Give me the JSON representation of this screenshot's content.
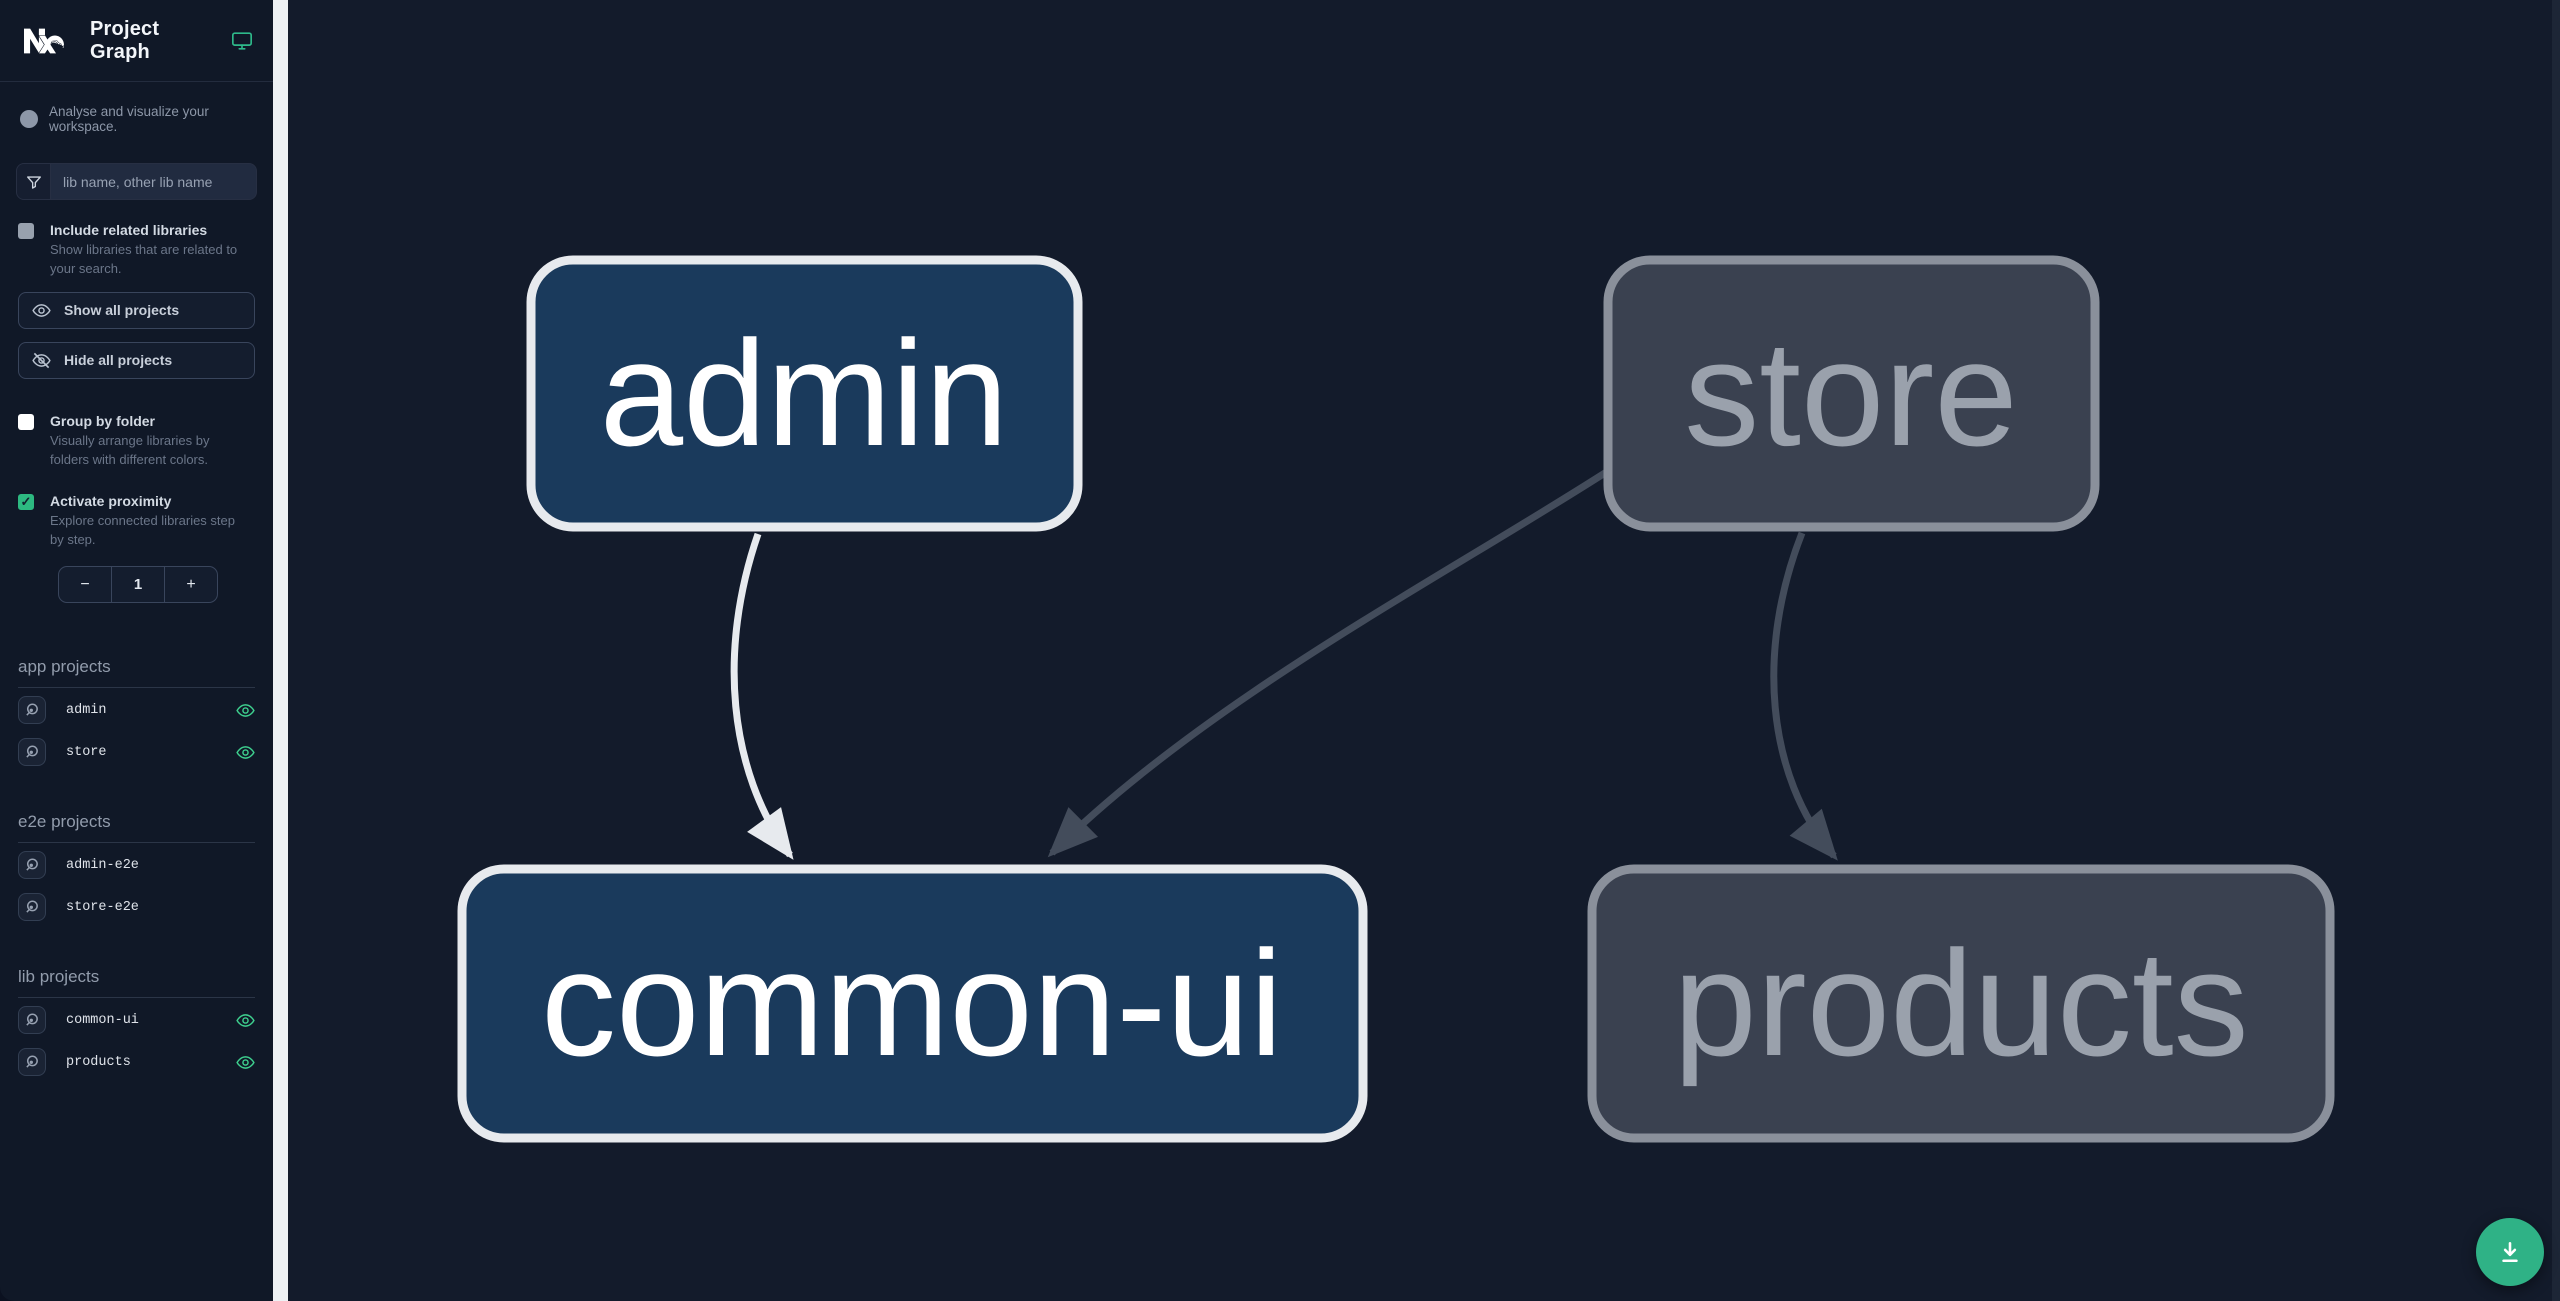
{
  "header": {
    "title": "Project Graph"
  },
  "sidebar": {
    "tagline": "Analyse and visualize your workspace.",
    "search_placeholder": "lib name, other lib name",
    "include_related": {
      "label": "Include related libraries",
      "description": "Show libraries that are related to your search.",
      "checked": false
    },
    "show_all_label": "Show all projects",
    "hide_all_label": "Hide all projects",
    "group_by_folder": {
      "label": "Group by folder",
      "description": "Visually arrange libraries by folders with different colors.",
      "checked": false
    },
    "activate_proximity": {
      "label": "Activate proximity",
      "description": "Explore connected libraries step by step.",
      "checked": true
    },
    "stepper": {
      "decrement": "−",
      "value": "1",
      "increment": "+"
    },
    "sections": [
      {
        "title": "app projects",
        "items": [
          {
            "name": "admin",
            "eye": true
          },
          {
            "name": "store",
            "eye": true
          }
        ]
      },
      {
        "title": "e2e projects",
        "items": [
          {
            "name": "admin-e2e",
            "eye": false
          },
          {
            "name": "store-e2e",
            "eye": false
          }
        ]
      },
      {
        "title": "lib projects",
        "items": [
          {
            "name": "common-ui",
            "eye": true
          },
          {
            "name": "products",
            "eye": true
          }
        ]
      }
    ]
  },
  "graph": {
    "nodes": [
      {
        "id": "admin",
        "label": "admin",
        "state": "focused"
      },
      {
        "id": "store",
        "label": "store",
        "state": "muted"
      },
      {
        "id": "common-ui",
        "label": "common-ui",
        "state": "focused"
      },
      {
        "id": "products",
        "label": "products",
        "state": "muted"
      }
    ],
    "edges": [
      {
        "source": "admin",
        "target": "common-ui",
        "state": "focused"
      },
      {
        "source": "store",
        "target": "common-ui",
        "state": "muted"
      },
      {
        "source": "store",
        "target": "products",
        "state": "muted"
      }
    ]
  },
  "colors": {
    "sidebar_bg": "#101827",
    "canvas_bg": "#131b2b",
    "divider": "#eef1f4",
    "focused_node_fill": "#1a3a5c",
    "focused_node_border": "#e7eaee",
    "muted_node_fill": "#3a4150",
    "muted_node_border": "#8a909b",
    "muted_text": "#9aa1ac",
    "edge_white": "#e7eaee",
    "edge_gray": "#434c5b",
    "accent_green": "#3ecf8e",
    "checkbox_green": "#2db981",
    "fab_green": "#2fb286"
  }
}
